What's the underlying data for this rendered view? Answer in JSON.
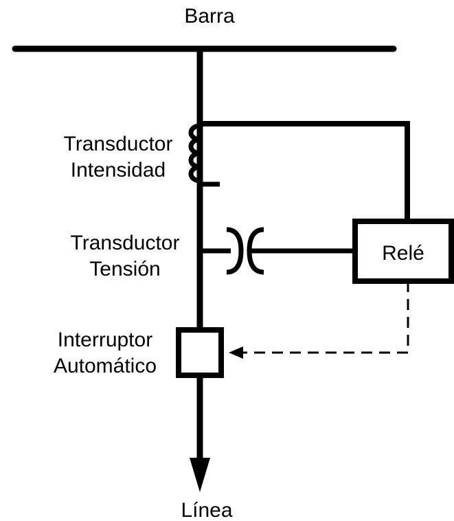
{
  "diagram": {
    "labels": {
      "busbar": "Barra",
      "current_transducer": [
        "Transductor",
        "Intensidad"
      ],
      "voltage_transducer": [
        "Transductor",
        "Tensión"
      ],
      "circuit_breaker": [
        "Interruptor",
        "Automático"
      ],
      "relay": "Relé",
      "line": "Línea"
    },
    "colors": {
      "stroke": "#000000",
      "background": "#ffffff"
    }
  }
}
